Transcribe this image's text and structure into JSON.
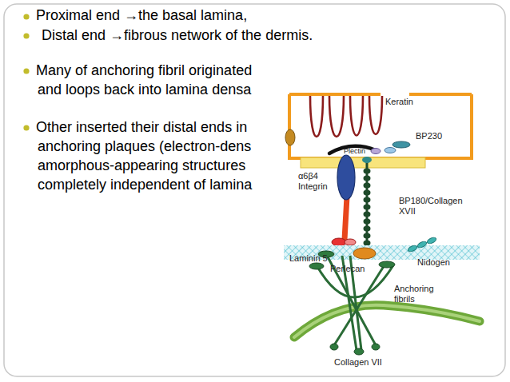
{
  "diagram": {
    "labels": [
      "Proximal end →the basal lamina,",
      "Distal end →fibrous network of the dermis.",
      "Many of anchoring fibril originated",
      "and loops back into lamina densa",
      "Other inserted their distal ends in",
      "anchoring plaques (electron-dens",
      "amorphous-appearing structures",
      "completely independent of lamina",
      "Keratin",
      "BP230",
      "Plectin",
      "α6β4",
      "Integrin",
      "BP180/Collagen",
      "XVII",
      "Laminin 5",
      "Perlecan",
      "Nidogen",
      "Anchoring",
      "fibrils",
      "Collagen VII"
    ]
  }
}
